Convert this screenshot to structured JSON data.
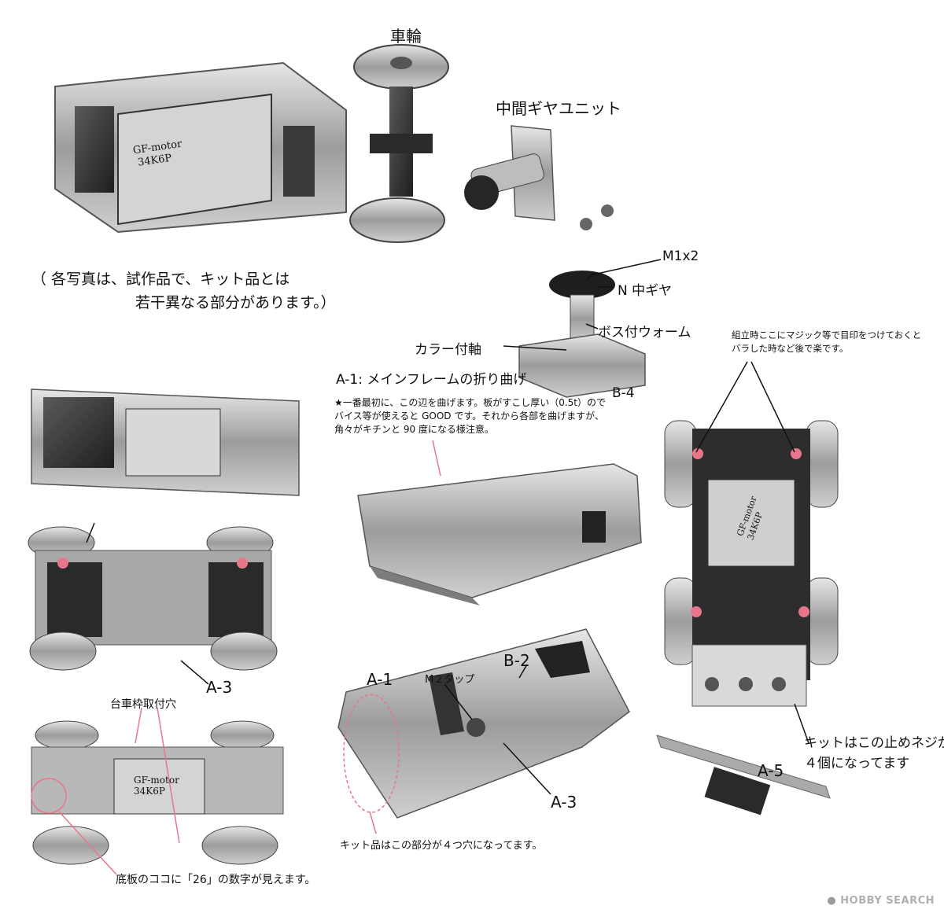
{
  "labels": {
    "wheel": "車輪",
    "intermediate_gear_unit": "中間ギヤユニット",
    "note_line1": "（ 各写真は、試作品で、キット品とは",
    "note_line2": "若干異なる部分があります。）",
    "m1x2": "M1x2",
    "n_middle_gear": "N 中ギヤ",
    "boss_worm": "ボス付ウォーム",
    "collar_shaft": "カラー付軸",
    "b4": "B-4",
    "a1_title": "A-1: メインフレームの折り曲げ",
    "a1_desc_1": "★一番最初に、この辺を曲げます。板がすこし厚い（0.5t）ので",
    "a1_desc_2": "バイス等が使えると GOOD です。それから各部を曲げますが、",
    "a1_desc_3": "角々がキチンと 90 度になる様注意。",
    "marker_tip_1": "組立時ここにマジック等で目印をつけておくと",
    "marker_tip_2": "バラした時など後で楽です。",
    "a3_left": "A-3",
    "truck_frame_hole": "台車枠取付穴",
    "m2_tap": "M２タップ",
    "b2": "B-2",
    "a1_frame": "A-1",
    "a3_right": "A-3",
    "a5": "A-5",
    "kit_screws_1": "キットはこの止めネジが",
    "kit_screws_2": "４個になってます",
    "kit_four_holes": "キット品はこの部分が４つ穴になってます。",
    "base_26": "底板のココに「26」の数字が見えます。"
  },
  "motor_print": {
    "line1": "GF-motor",
    "line2": "34K6P"
  },
  "watermark": {
    "brand": "HOBBY SEARCH"
  },
  "colors": {
    "accent_pink": "#e8768a",
    "metal": "#9a9a9a"
  }
}
